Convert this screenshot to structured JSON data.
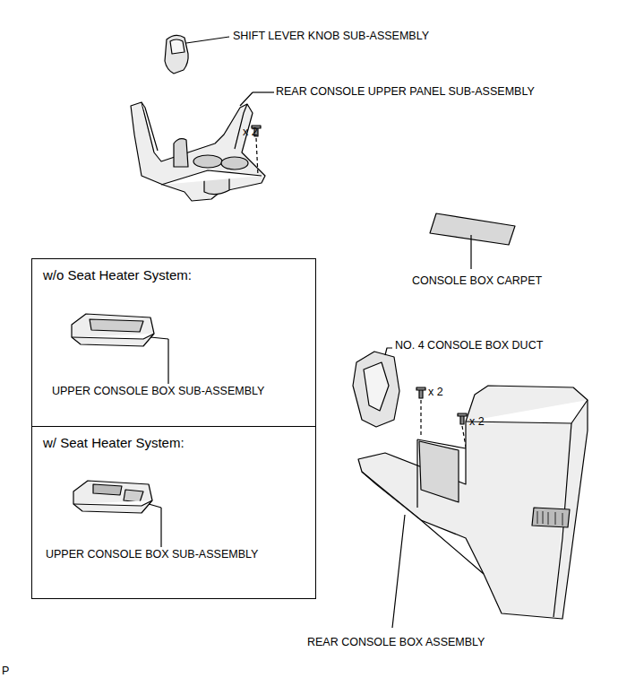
{
  "diagram": {
    "nodes": [
      {
        "text": [
          "w/o Seat Heater System:",
          "UPPER CONSOLE BOX SUB-ASSEMBLY"
        ]
      },
      {
        "text": [
          "w/ Seat Heater System:",
          "UPPER CONSOLE BOX SUB-ASSEMBLY"
        ]
      }
    ],
    "labels": [
      "SHIFT LEVER KNOB SUB-ASSEMBLY",
      "REAR CONSOLE UPPER PANEL SUB-ASSEMBLY",
      "x 2",
      "CONSOLE BOX CARPET",
      "NO. 4 CONSOLE BOX DUCT",
      "x 2",
      "x 2",
      "REAR CONSOLE BOX ASSEMBLY",
      "P"
    ]
  }
}
